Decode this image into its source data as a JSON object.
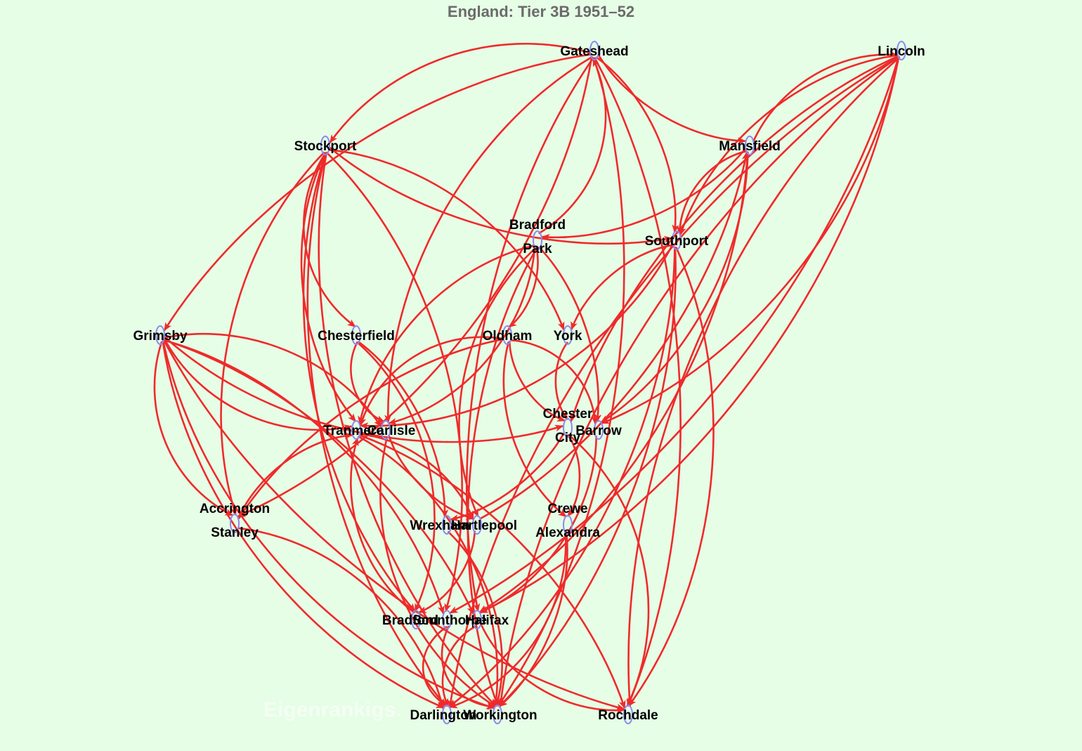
{
  "title": "England: Tier 3B 1951–52",
  "watermark": "Eigenrankigs.",
  "colors": {
    "background": "#e6fde6",
    "edge": "#ef2a2a",
    "node_outline": "#8a8af0",
    "title": "#6b6b6b"
  },
  "nodes": [
    {
      "id": "gateshead",
      "lines": [
        "Gateshead"
      ]
    },
    {
      "id": "lincoln",
      "lines": [
        "Lincoln"
      ]
    },
    {
      "id": "stockport",
      "lines": [
        "Stockport"
      ]
    },
    {
      "id": "mansfield",
      "lines": [
        "Mansfield"
      ]
    },
    {
      "id": "bradford-park",
      "lines": [
        "Bradford",
        "Park"
      ]
    },
    {
      "id": "southport",
      "lines": [
        "Southport"
      ]
    },
    {
      "id": "grimsby",
      "lines": [
        "Grimsby"
      ]
    },
    {
      "id": "chesterfield",
      "lines": [
        "Chesterfield"
      ]
    },
    {
      "id": "oldham",
      "lines": [
        "Oldham"
      ]
    },
    {
      "id": "york",
      "lines": [
        "York"
      ]
    },
    {
      "id": "tranmere",
      "lines": [
        "Tranmere"
      ]
    },
    {
      "id": "carlisle",
      "lines": [
        "Carlisle"
      ]
    },
    {
      "id": "chester-city",
      "lines": [
        "Chester",
        "City"
      ]
    },
    {
      "id": "barrow",
      "lines": [
        "Barrow"
      ]
    },
    {
      "id": "accrington",
      "lines": [
        "Accrington",
        "Stanley"
      ]
    },
    {
      "id": "wrexham",
      "lines": [
        "Wrexham"
      ]
    },
    {
      "id": "hartlepool",
      "lines": [
        "Hartlepool"
      ]
    },
    {
      "id": "crewe",
      "lines": [
        "Crewe",
        "Alexandra"
      ]
    },
    {
      "id": "bradford-city",
      "lines": [
        "Bradford"
      ]
    },
    {
      "id": "scunthorpe",
      "lines": [
        "Scunthorpe"
      ]
    },
    {
      "id": "halifax",
      "lines": [
        "Halifax"
      ]
    },
    {
      "id": "darlington",
      "lines": [
        "Darlington"
      ]
    },
    {
      "id": "workington",
      "lines": [
        "Workington"
      ]
    },
    {
      "id": "rochdale",
      "lines": [
        "Rochdale"
      ]
    }
  ],
  "edges": [
    [
      "gateshead",
      "stockport"
    ],
    [
      "gateshead",
      "mansfield"
    ],
    [
      "gateshead",
      "southport"
    ],
    [
      "gateshead",
      "accrington"
    ],
    [
      "gateshead",
      "carlisle"
    ],
    [
      "gateshead",
      "halifax"
    ],
    [
      "gateshead",
      "workington"
    ],
    [
      "gateshead",
      "rochdale"
    ],
    [
      "gateshead",
      "grimsby"
    ],
    [
      "lincoln",
      "southport"
    ],
    [
      "lincoln",
      "chester-city"
    ],
    [
      "lincoln",
      "barrow"
    ],
    [
      "lincoln",
      "halifax"
    ],
    [
      "lincoln",
      "workington"
    ],
    [
      "lincoln",
      "rochdale"
    ],
    [
      "lincoln",
      "darlington"
    ],
    [
      "lincoln",
      "scunthorpe"
    ],
    [
      "stockport",
      "chesterfield"
    ],
    [
      "stockport",
      "southport"
    ],
    [
      "stockport",
      "york"
    ],
    [
      "stockport",
      "accrington"
    ],
    [
      "stockport",
      "tranmere"
    ],
    [
      "stockport",
      "scunthorpe"
    ],
    [
      "stockport",
      "darlington"
    ],
    [
      "stockport",
      "workington"
    ],
    [
      "stockport",
      "bradford-city"
    ],
    [
      "mansfield",
      "bradford-park"
    ],
    [
      "mansfield",
      "southport"
    ],
    [
      "mansfield",
      "halifax"
    ],
    [
      "mansfield",
      "barrow"
    ],
    [
      "mansfield",
      "lincoln"
    ],
    [
      "bradford-park",
      "gateshead"
    ],
    [
      "bradford-park",
      "oldham"
    ],
    [
      "bradford-park",
      "barrow"
    ],
    [
      "bradford-park",
      "workington"
    ],
    [
      "bradford-park",
      "hartlepool"
    ],
    [
      "bradford-park",
      "tranmere"
    ],
    [
      "bradford-park",
      "carlisle"
    ],
    [
      "southport",
      "york"
    ],
    [
      "southport",
      "tranmere"
    ],
    [
      "southport",
      "darlington"
    ],
    [
      "southport",
      "rochdale"
    ],
    [
      "southport",
      "workington"
    ],
    [
      "grimsby",
      "tranmere"
    ],
    [
      "grimsby",
      "chester-city"
    ],
    [
      "grimsby",
      "accrington"
    ],
    [
      "grimsby",
      "halifax"
    ],
    [
      "grimsby",
      "scunthorpe"
    ],
    [
      "grimsby",
      "darlington"
    ],
    [
      "grimsby",
      "workington"
    ],
    [
      "grimsby",
      "rochdale"
    ],
    [
      "grimsby",
      "carlisle"
    ],
    [
      "chesterfield",
      "carlisle"
    ],
    [
      "chesterfield",
      "wrexham"
    ],
    [
      "chesterfield",
      "bradford-city"
    ],
    [
      "oldham",
      "tranmere"
    ],
    [
      "oldham",
      "accrington"
    ],
    [
      "oldham",
      "barrow"
    ],
    [
      "oldham",
      "crewe"
    ],
    [
      "oldham",
      "chester-city"
    ],
    [
      "york",
      "chester-city"
    ],
    [
      "tranmere",
      "hartlepool"
    ],
    [
      "tranmere",
      "workington"
    ],
    [
      "tranmere",
      "rochdale"
    ],
    [
      "carlisle",
      "hartlepool"
    ],
    [
      "carlisle",
      "workington"
    ],
    [
      "chester-city",
      "wrexham"
    ],
    [
      "chester-city",
      "crewe"
    ],
    [
      "chester-city",
      "rochdale"
    ],
    [
      "barrow",
      "halifax"
    ],
    [
      "accrington",
      "darlington"
    ],
    [
      "accrington",
      "tranmere"
    ],
    [
      "wrexham",
      "workington"
    ],
    [
      "hartlepool",
      "bradford-city"
    ],
    [
      "hartlepool",
      "mansfield"
    ],
    [
      "crewe",
      "darlington"
    ],
    [
      "crewe",
      "workington"
    ],
    [
      "bradford-city",
      "tranmere"
    ],
    [
      "scunthorpe",
      "workington"
    ],
    [
      "scunthorpe",
      "darlington"
    ],
    [
      "halifax",
      "rochdale"
    ],
    [
      "halifax",
      "darlington"
    ]
  ]
}
